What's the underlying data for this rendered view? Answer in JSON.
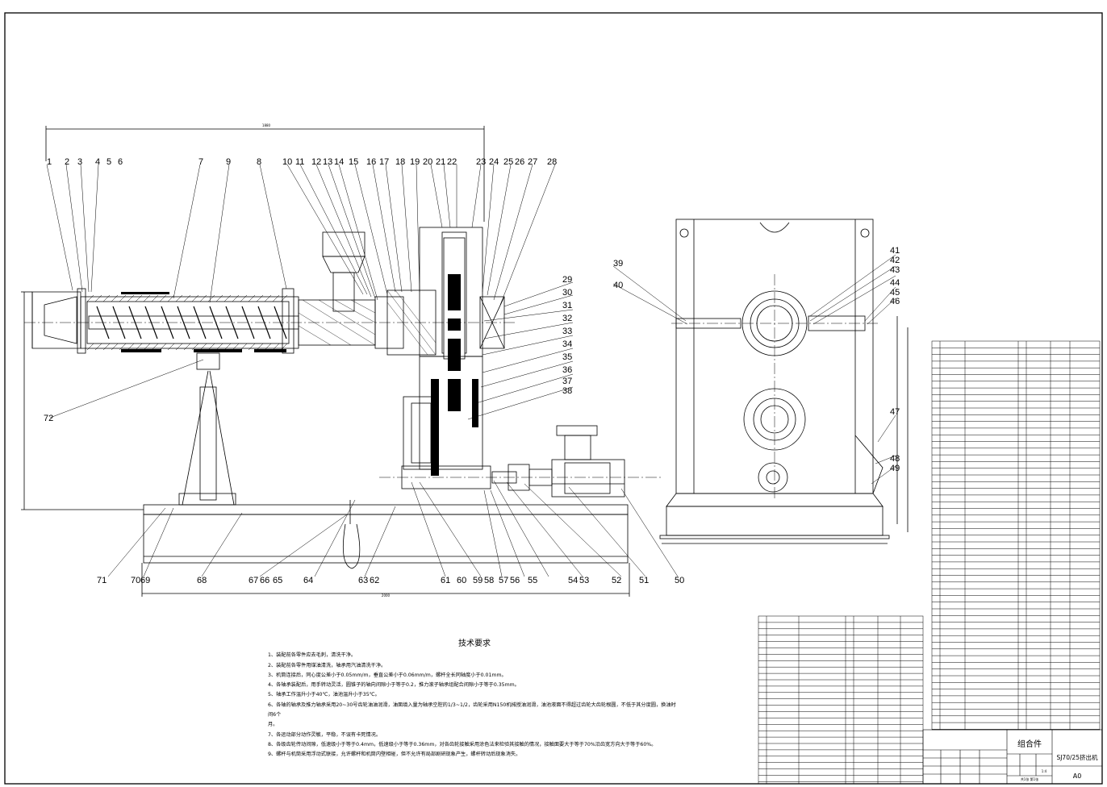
{
  "drawing": {
    "tech_title": "技术要求",
    "requirements": [
      "1、装配前各零件应去毛刺，清洗干净。",
      "2、装配前各零件用煤油清洗，轴承用汽油清洗干净。",
      "3、机筒连接后，同心度公差小于0.05mm/m，垂直公差小于0.06mm/m，螺杆全长同轴度小于0.01mm。",
      "4、各轴承装配后，用手转动灵活，圆锥子的轴向间隙小于等于0.2，推力滚子轴承组配合间隙小于等于0.35mm。",
      "5、轴承工作温升小于40℃，油池温升小于35℃。",
      "6、各轴的轴承及推力轴承采用20~30号齿轮油油润滑，油面填入量为轴承空腔的1/3~1/2，齿轮采用N150机械授油润滑，油池液面不得超过齿轮大齿轮根圆，不低于其分度圆，换油时",
      "    间6个",
      "    月。",
      "7、各运动部分动作灵敏，平稳，不误有卡死情况。",
      "8、各级齿轮传动间隙，低速级小于等于0.4mm，低速级小于等于0.36mm，对各齿轮接触采用涂色法来检验其接触的情况，接触面要大于等于70%沿齿宽方向大于等于60%。",
      "9、螺杆与机筒采用浮动式联接，允许螺杆和机筒内壁相碰，但不允许有局部剧研现象产生，螺杆转动后现象消失。"
    ],
    "top_labels": [
      "1",
      "2",
      "3",
      "4",
      "5",
      "6",
      "7",
      "9",
      "8",
      "10",
      "11",
      "12",
      "13",
      "14",
      "15",
      "16",
      "17",
      "18",
      "19",
      "20",
      "21",
      "22",
      "23",
      "24",
      "25",
      "26",
      "27",
      "28"
    ],
    "right_labels": [
      "29",
      "30",
      "31",
      "32",
      "33",
      "34",
      "35",
      "36",
      "37",
      "38"
    ],
    "bottom_labels": [
      "71",
      "70",
      "69",
      "68",
      "67",
      "66",
      "65",
      "64",
      "63",
      "62",
      "61",
      "60",
      "59",
      "58",
      "57",
      "56",
      "55",
      "54",
      "53",
      "52",
      "51",
      "50"
    ],
    "left_label": "72",
    "side_labels": [
      "39",
      "40",
      "41",
      "42",
      "43",
      "44",
      "45",
      "46",
      "47",
      "48",
      "49"
    ],
    "top_dim": "1880",
    "bottom_dim": "2000",
    "title_block": {
      "name": "组合件",
      "model": "SJ70/25挤出机",
      "size": "A0",
      "scale": "1:4",
      "sheet": "共1张 第1张"
    }
  }
}
